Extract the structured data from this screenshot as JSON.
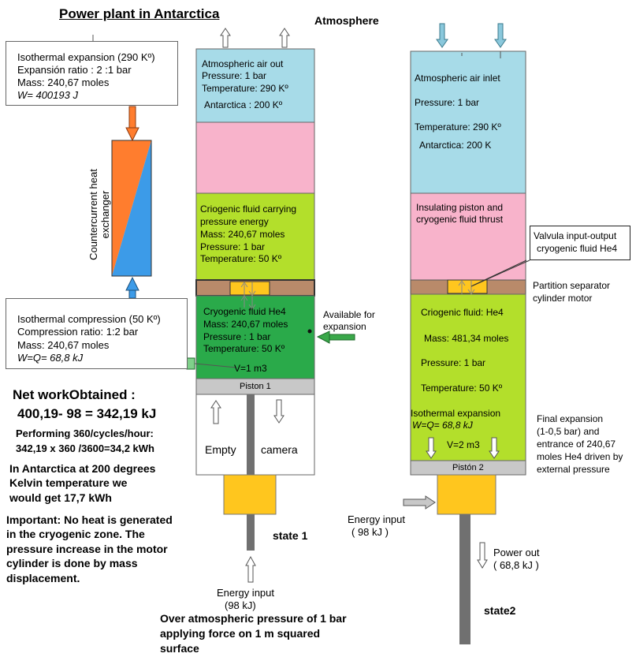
{
  "title": "Power plant in Antarctica",
  "atmosphere_label": "Atmosphere",
  "expansion_box": {
    "line1": "Isothermal expansion (290 Kº)",
    "line2": "Expansión ratio : 2 :1 bar",
    "line3": "Mass: 240,67 moles",
    "line4": "W= 400193 J"
  },
  "heat_exchanger_label_1": "Countercurrent heat",
  "heat_exchanger_label_2": "exchanger",
  "compression_box": {
    "line1": "Isothermal compression (50 Kº)",
    "line2": "Compression ratio: 1:2 bar",
    "line3": "Mass: 240,67 moles",
    "line4": "W=Q= 68,8 kJ"
  },
  "net_work": {
    "heading": "Net workObtained :",
    "equation": "400,19- 98 = 342,19 kJ",
    "cycles_line1": "Performing 360/cycles/hour:",
    "cycles_line2": "342,19 x 360 /3600=34,2 kWh",
    "antarctica_1": "In Antarctica at 200 degrees",
    "antarctica_2": "Kelvin temperature we",
    "antarctica_3": "would get 17,7 kWh",
    "important_1": "Important: No heat is generated",
    "important_2": "in the cryogenic zone. The",
    "important_3": "pressure increase in the motor",
    "important_4": "cylinder is done by mass",
    "important_5": "displacement."
  },
  "cylinder1": {
    "air_out_1": "Atmospheric air out",
    "air_out_2": "Pressure: 1 bar",
    "air_out_3": "Temperature: 290 Kº",
    "air_out_4": "Antarctica : 200 Kº",
    "cryo_carry_1": "Criogenic fluid carrying",
    "cryo_carry_2": "pressure energy",
    "cryo_carry_3": "Mass: 240,67 moles",
    "cryo_carry_4": "Pressure: 1 bar",
    "cryo_carry_5": "Temperature: 50 Kº",
    "he4_1": "Cryogenic fluid He4",
    "he4_2": "Mass: 240,67 moles",
    "he4_3": "Pressure : 1 bar",
    "he4_4": "Temperature: 50 Kº",
    "volume": "V=1 m3",
    "piston": "Piston 1",
    "empty": "Empty",
    "camera": "camera",
    "state": "state 1",
    "available_1": "Available for",
    "available_2": "expansion",
    "energy_input_1": "Energy input",
    "energy_input_2": "(98 kJ)",
    "pressure_note_1": "Over atmospheric pressure of 1 bar",
    "pressure_note_2": "applying force on 1 m squared",
    "pressure_note_3": "surface"
  },
  "cylinder2": {
    "air_in_1": "Atmospheric air inlet",
    "air_in_2": "Pressure: 1 bar",
    "air_in_3": "Temperature: 290 Kº",
    "air_in_4": "Antarctica: 200 K",
    "insulating_1": "Insulating piston and",
    "insulating_2": "cryogenic fluid thrust",
    "valve_1": "Valvula input-output",
    "valve_2": "cryogenic fluid He4",
    "partition_1": "Partition separator",
    "partition_2": "cylinder motor",
    "fluid_1": "Criogenic fluid: He4",
    "fluid_2": "Mass:  481,34 moles",
    "fluid_3": "Pressure:  1 bar",
    "fluid_4": "Temperature: 50 Kº",
    "iso_1": "Isothermal expansion",
    "iso_2": "W=Q= 68,8 kJ",
    "volume": "V=2 m3",
    "piston": "Pistón 2",
    "final_1": "Final expansion",
    "final_2": "(1-0,5 bar) and",
    "final_3": "entrance of 240,67",
    "final_4": "moles He4 driven by",
    "final_5": "external pressure",
    "energy_input_1": "Energy input",
    "energy_input_2": "( 98 kJ )",
    "power_out_1": "Power out",
    "power_out_2": "( 68,8 kJ )",
    "state": "state2"
  },
  "colors": {
    "air_blue": "#a7dbe8",
    "pink": "#f8b3cb",
    "light_green": "#b3df2b",
    "dark_green": "#2aaa4a",
    "brown": "#b98a6a",
    "yellow": "#ffc61e",
    "gray_piston": "#c8c8c8",
    "rod": "#707070",
    "orange": "#ff7d2e",
    "blue": "#3c9be8",
    "arrow_green": "#3aa84a",
    "arrow_blue": "#8ac8dc"
  }
}
